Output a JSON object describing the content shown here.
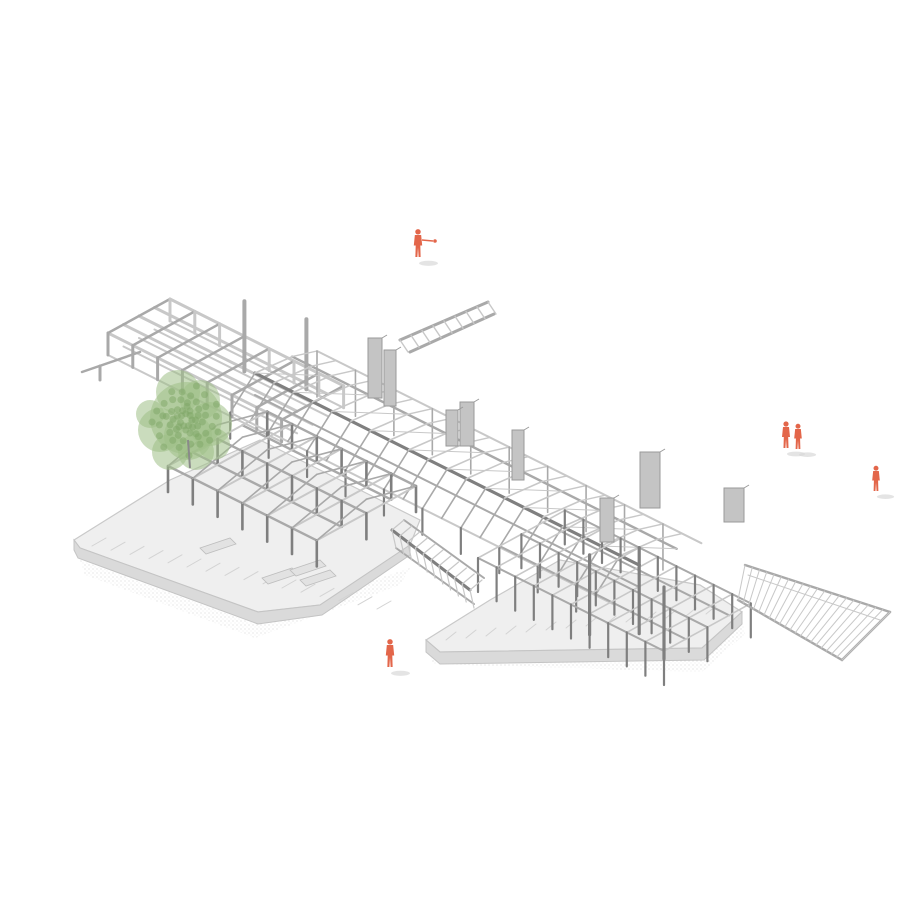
{
  "diagram": {
    "type": "isometric-structural-axonometric",
    "colors": {
      "background": "#ffffff",
      "slab_fill": "#eeeeee",
      "slab_edge": "#c9c9c9",
      "slab_side": "#d9d9d9",
      "beam": "#a9a9a9",
      "beam_dark": "#7f7f7f",
      "beam_light": "#c8c8c8",
      "core": "#b3b3b3",
      "tree_fill": "#9fbf86",
      "tree_dark": "#7ea565",
      "figure": "#e3664a"
    },
    "elements": {
      "upper_frame": "steel-frame",
      "left_slab": "floor-slab",
      "right_slab": "floor-slab",
      "walkway": "pedestrian-bridge",
      "tree": "tree",
      "people_count": 5
    }
  }
}
